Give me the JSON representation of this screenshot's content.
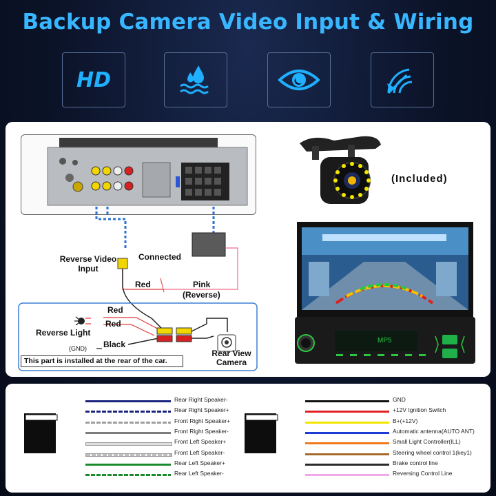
{
  "header": {
    "title": "Backup Camera Video Input & Wiring"
  },
  "features": [
    {
      "icon": "hd-icon",
      "label": "HD"
    },
    {
      "icon": "waterproof-icon"
    },
    {
      "icon": "night-vision-eye-icon"
    },
    {
      "icon": "wide-angle-icon"
    }
  ],
  "diagram": {
    "reverse_video_input": "Reverse Video Input",
    "connected": "Connected",
    "red_top": "Red",
    "pink": "Pink",
    "reverse_paren": "(Reverse)",
    "red_1": "Red",
    "red_2": "Red",
    "reverse_light": "Reverse Light",
    "black": "Black",
    "gnd": "(GND)",
    "rear_view_camera": "Rear View Camera",
    "note": "This part is installed at the rear of the car.",
    "included": "(Included)",
    "screen_mode": "MP5"
  },
  "colors": {
    "accent": "#38b6ff",
    "red_wire": "#e03b3b",
    "pink_wire": "#f06b8a",
    "blue_box": "#3b7fd6"
  },
  "wiring_left": [
    {
      "label": "Rear Right Speaker-",
      "color": "#1a237e",
      "stripe": null
    },
    {
      "label": "Rear Right Speaker+",
      "color": "#1a237e",
      "stripe": "#ffffff"
    },
    {
      "label": "Front Right Speaker+",
      "color": "#9e9e9e",
      "stripe": "#ffffff"
    },
    {
      "label": "Front Right Speaker-",
      "color": "#7d7d7d",
      "stripe": null
    },
    {
      "label": "Front Left Speaker+",
      "color": "#e0e0e0",
      "stripe": null
    },
    {
      "label": "Front Left Speaker-",
      "color": "#bdbdbd",
      "stripe": "#ffffff"
    },
    {
      "label": "Rear Left Speaker+",
      "color": "#1b8a2a",
      "stripe": null
    },
    {
      "label": "Rear Left Speaker-",
      "color": "#1b8a2a",
      "stripe": "#ffffff"
    }
  ],
  "wiring_right": [
    {
      "label": "GND",
      "color": "#111111",
      "stripe": null
    },
    {
      "label": "+12V Ignition Switch",
      "color": "#e02020",
      "stripe": null
    },
    {
      "label": "B+(+12V)",
      "color": "#f2e600",
      "stripe": null
    },
    {
      "label": "Automatic antenna(AUTO ANT)",
      "color": "#1e3bd6",
      "stripe": null
    },
    {
      "label": "Small Light Controller(ILL)",
      "color": "#f07a1a",
      "stripe": null
    },
    {
      "label": "Steering wheel control 1(key1)",
      "color": "#a56a2a",
      "stripe": null
    },
    {
      "label": "Brake control line",
      "color": "#2a2a2a",
      "stripe": null
    },
    {
      "label": "Reversing Control Line",
      "color": "#f2a8e6",
      "stripe": null
    }
  ]
}
